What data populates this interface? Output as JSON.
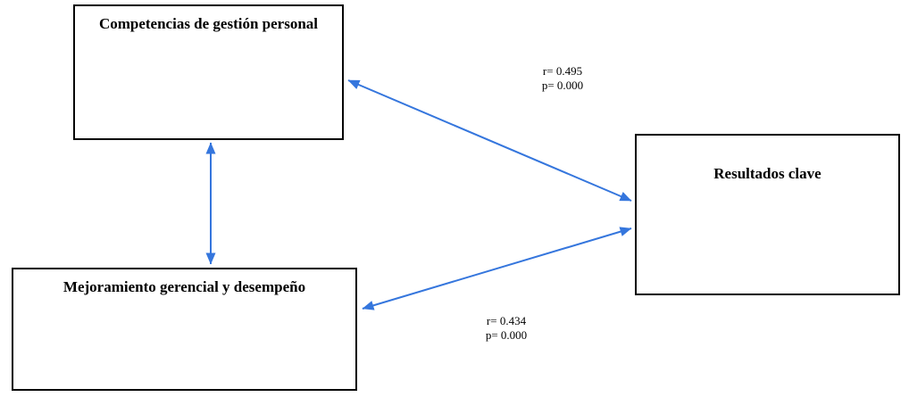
{
  "diagram": {
    "colors": {
      "arrow": "#3576dd",
      "border": "#000000",
      "background": "#ffffff"
    },
    "nodes": {
      "competencias": {
        "label": "Competencias de gestión personal"
      },
      "mejoramiento": {
        "label": "Mejoramiento gerencial y desempeño"
      },
      "resultados": {
        "label": "Resultados clave"
      }
    },
    "edges": {
      "competencias_mejoramiento": {
        "from": "Competencias de gestión personal",
        "to": "Mejoramiento gerencial y desempeño",
        "style": "double-arrow"
      },
      "competencias_resultados": {
        "from": "Competencias de gestión personal",
        "to": "Resultados clave",
        "style": "double-arrow",
        "r_label": "r= 0.495",
        "p_label": "p= 0.000"
      },
      "mejoramiento_resultados": {
        "from": "Mejoramiento gerencial y desempeño",
        "to": "Resultados clave",
        "style": "double-arrow",
        "r_label": "r= 0.434",
        "p_label": "p= 0.000"
      }
    }
  }
}
